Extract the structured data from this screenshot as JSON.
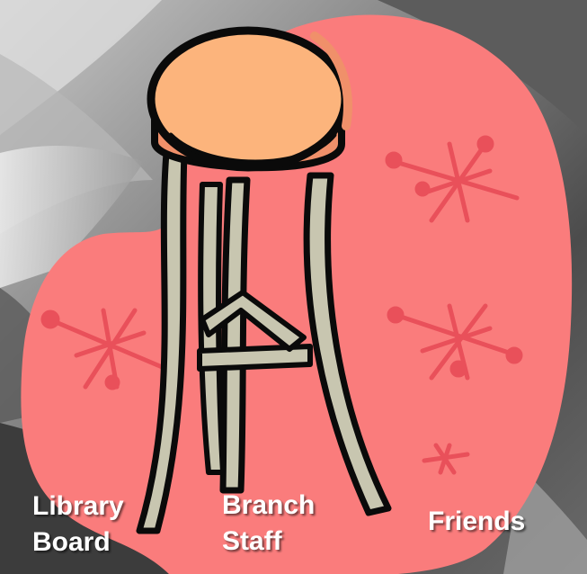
{
  "labels": {
    "library_board": [
      "Library",
      "Board"
    ],
    "branch_staff": [
      "Branch",
      "Staff"
    ],
    "friends": [
      "Friends"
    ]
  },
  "colors": {
    "blob": "#fa7c7c",
    "blob_star": "#e9505a",
    "seat_top": "#fcb47c",
    "seat_side": "#f0906a",
    "leg_fill": "#c8c6b0",
    "outline": "#0a0a0a",
    "label_text": "#ffffff"
  },
  "icons": {
    "stool": "three-legged-stool-icon",
    "blob": "kidney-blob-shape",
    "background": "open-book-photo"
  }
}
